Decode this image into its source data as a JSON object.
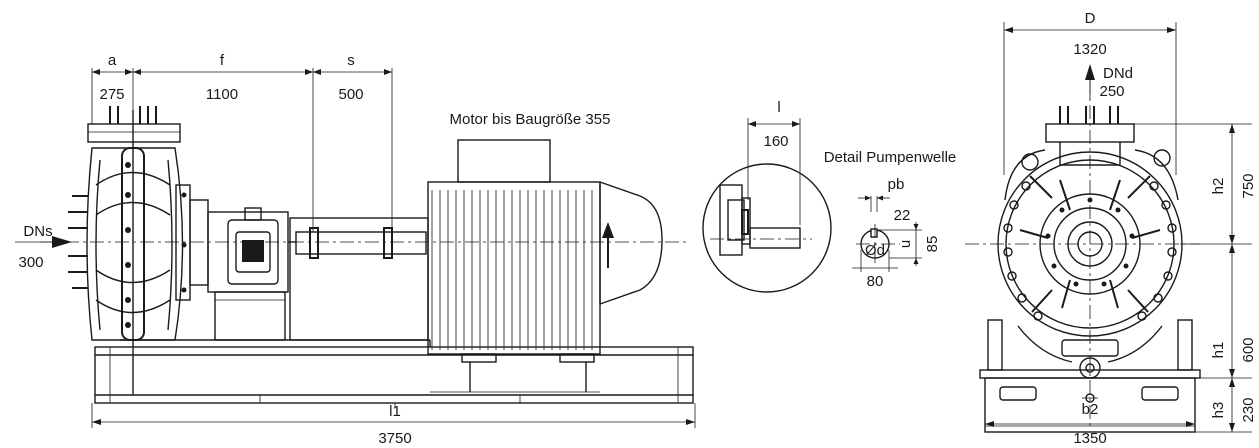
{
  "side_view": {
    "dim_a": "a",
    "dim_f": "f",
    "dim_s": "s",
    "val_a": "275",
    "val_f": "1100",
    "val_s": "500",
    "suction_label": "DNs",
    "suction_value": "300",
    "motor_label": "Motor bis Baugröße 355",
    "dim_l1": "l1",
    "val_l1": "3750"
  },
  "detail": {
    "dim_l": "l",
    "val_l": "160",
    "title": "Detail Pumpenwelle",
    "dim_pb": "pb",
    "val_pb": "22",
    "dim_u": "u",
    "val_u": "85",
    "dim_d": "Ød",
    "val_d": "80"
  },
  "front_view": {
    "dim_D": "D",
    "val_D": "1320",
    "discharge_label": "DNd",
    "discharge_value": "250",
    "dim_h2": "h2",
    "val_h2": "750",
    "dim_h1": "h1",
    "val_h1": "600",
    "dim_h3": "h3",
    "val_h3": "230",
    "dim_b2": "b2",
    "val_b2": "1350"
  }
}
